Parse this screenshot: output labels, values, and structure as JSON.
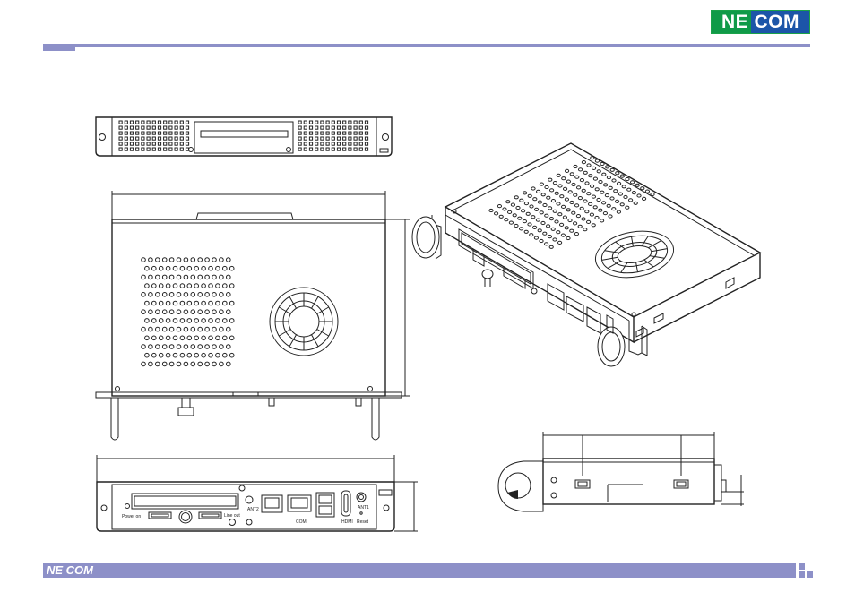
{
  "header": {
    "logo_text": "NE COM",
    "logo_colors": {
      "green": "#0f9a48",
      "blue": "#1c55a8"
    },
    "rule_color": "#8d90c8"
  },
  "footer": {
    "logo_text": "NE COM"
  },
  "rear_panel_labels": {
    "power": "Power on",
    "ant2": "ANT2",
    "line_out": "Line out",
    "com": "COM",
    "hdmi": "HDMI",
    "ant1": "ANT1",
    "reset": "Reset"
  }
}
